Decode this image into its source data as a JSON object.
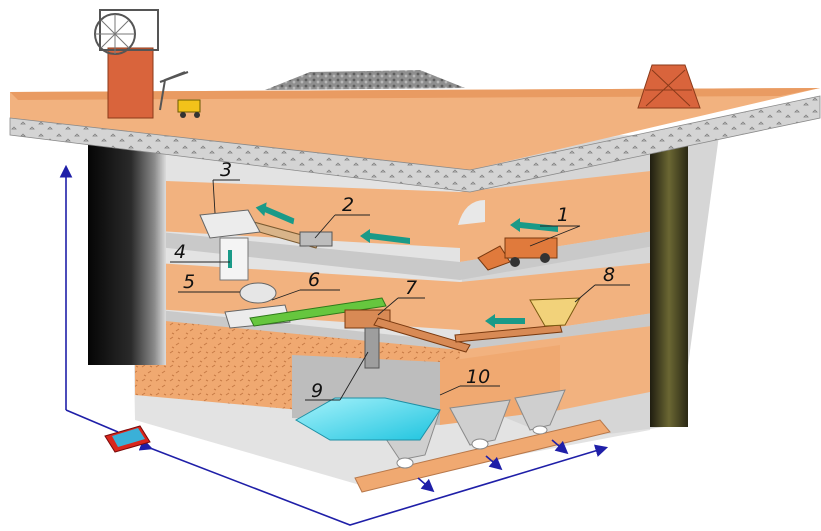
{
  "labels": {
    "l1": "1",
    "l2": "2",
    "l3": "3",
    "l4": "4",
    "l5": "5",
    "l6": "6",
    "l7": "7",
    "l8": "8",
    "l9": "9",
    "l10": "10"
  },
  "colors": {
    "ore": "#f2b27f",
    "ore_dark": "#d88a55",
    "rock": "#dcdcdc",
    "concrete": "#cfcfcf",
    "shaft_left": "#1c1c1c",
    "shaft_right": "#3f3b1e",
    "flow_arrow": "#1a9a88",
    "conveyor_green": "#66c63e",
    "water": "#3fd0e6",
    "survey_line": "#1f1fa8",
    "headframe": "#d9643c"
  }
}
